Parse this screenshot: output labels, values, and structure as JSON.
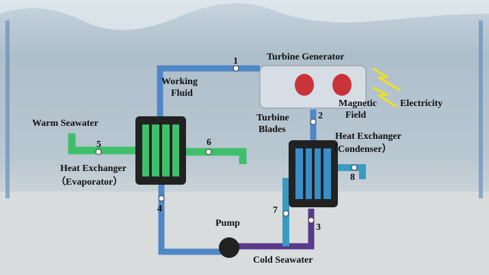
{
  "title": "Ocean Thermal Energy Conversion closed cycle",
  "labels": {
    "turbine_generator": "Turbine Generator",
    "working_fluid_1": "Working",
    "working_fluid_2": "Fluid",
    "turbine_blades_1": "Turbine",
    "turbine_blades_2": "Blades",
    "magnetic_field_1": "Magnetic",
    "magnetic_field_2": "Field",
    "electricity": "Electricity",
    "warm_seawater": "Warm Seawater",
    "condenser_1": "Heat Exchanger",
    "condenser_2": "（Condenser）",
    "evaporator_1": "Heat Exchanger",
    "evaporator_2": "（Evaporator）",
    "pump": "Pump",
    "cold_seawater": "Cold Seawater"
  },
  "points": [
    "1",
    "2",
    "3",
    "4",
    "5",
    "6",
    "7",
    "8"
  ],
  "colors": {
    "working_fluid": "#4f86c6",
    "warm": "#3fbf6a",
    "cold": "#3a9ac0",
    "purple": "#5a3a8a"
  }
}
